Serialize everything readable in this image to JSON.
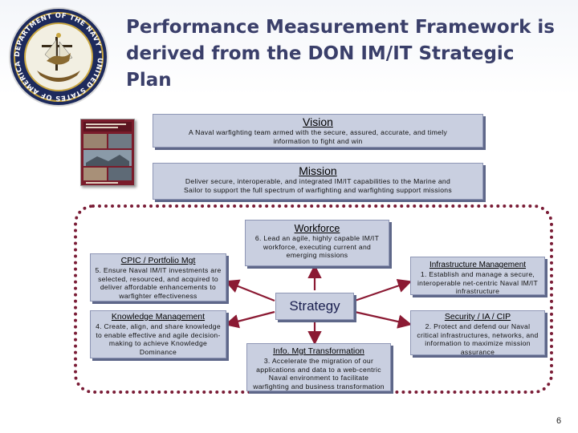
{
  "title": {
    "line1": "Performance Measurement Framework is",
    "line2": "derived from the DON IM/IT Strategic Plan"
  },
  "seal": {
    "icon": "department-of-the-navy-seal-icon",
    "text": "DEPARTMENT OF THE NAVY • UNITED STATES OF AMERICA"
  },
  "strategic_plan_cover": {
    "icon": "strategic-plan-cover-image"
  },
  "vision": {
    "heading": "Vision",
    "text_line1": "A Naval warfighting team armed with the secure, assured, accurate, and timely",
    "text_line2": "information to fight and win"
  },
  "mission": {
    "heading": "Mission",
    "text_line1": "Deliver secure, interoperable, and integrated IM/IT capabilities to the Marine and",
    "text_line2": "Sailor to support the full spectrum of warfighting and warfighting support missions"
  },
  "strategy": {
    "label": "Strategy"
  },
  "goals": {
    "workforce": {
      "heading": "Workforce",
      "l1": "6. Lead an agile, highly capable IM/IT",
      "l2": "workforce, executing current and",
      "l3": "emerging missions"
    },
    "portfolio": {
      "heading": "CPIC / Portfolio Mgt",
      "l1": "5. Ensure Naval IM/IT investments are",
      "l2": "selected, resourced, and acquired to",
      "l3": "deliver affordable enhancements to",
      "l4": "warfighter effectiveness"
    },
    "infrastructure": {
      "heading": "Infrastructure Management",
      "l1": "1. Establish and manage a secure,",
      "l2": "interoperable net-centric Naval IM/IT",
      "l3": "infrastructure"
    },
    "knowledge": {
      "heading": "Knowledge Management",
      "l1": "4. Create, align, and share knowledge",
      "l2": "to enable effective and agile decision-",
      "l3": "making to achieve Knowledge",
      "l4": "Dominance"
    },
    "security": {
      "heading": "Security / IA / CIP",
      "l1": "2. Protect and defend our Naval",
      "l2": "critical infrastructures, networks, and",
      "l3": "information to maximize mission",
      "l4": "assurance"
    },
    "info_mgt": {
      "heading": "Info. Mgt Transformation",
      "l1": "3. Accelerate the migration of our",
      "l2": "applications and data to a web-centric",
      "l3": "Naval environment to facilitate",
      "l4": "warfighting and business transformation"
    }
  },
  "page_number": "6",
  "colors": {
    "title": "#3a3f6a",
    "box_fill": "#c9cfe0",
    "box_shadow": "#5e6789",
    "dotted_border": "#7a1c36",
    "arrow": "#8b1a33"
  }
}
